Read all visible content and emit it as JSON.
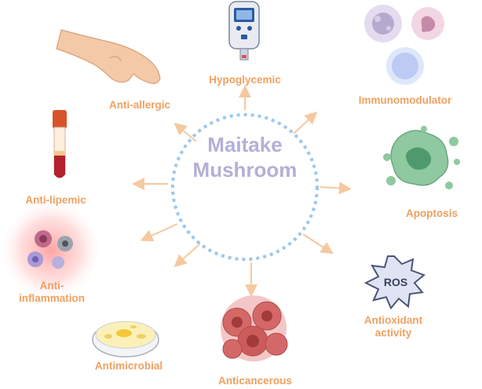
{
  "center": {
    "line1": "Maitake",
    "line2": "Mushroom"
  },
  "effects": {
    "hypoglycemic": "Hypoglycemic",
    "immunomodulator": "Immunomodulator",
    "apoptosis": "Apoptosis",
    "antioxidant_line1": "Antioxidant",
    "antioxidant_line2": "activity",
    "anticancerous": "Anticancerous",
    "antimicrobial": "Antimicrobial",
    "antiinflammation_line1": "Anti-",
    "antiinflammation_line2": "inflammation",
    "antilipemic": "Anti-lipemic",
    "antiallergic": "Anti-allergic"
  },
  "ros_badge": "ROS",
  "colors": {
    "label": "#f0a060",
    "center_text": "#b3b0d6",
    "ring": "#9cc8ec",
    "arrow": "#f5c9a0"
  }
}
